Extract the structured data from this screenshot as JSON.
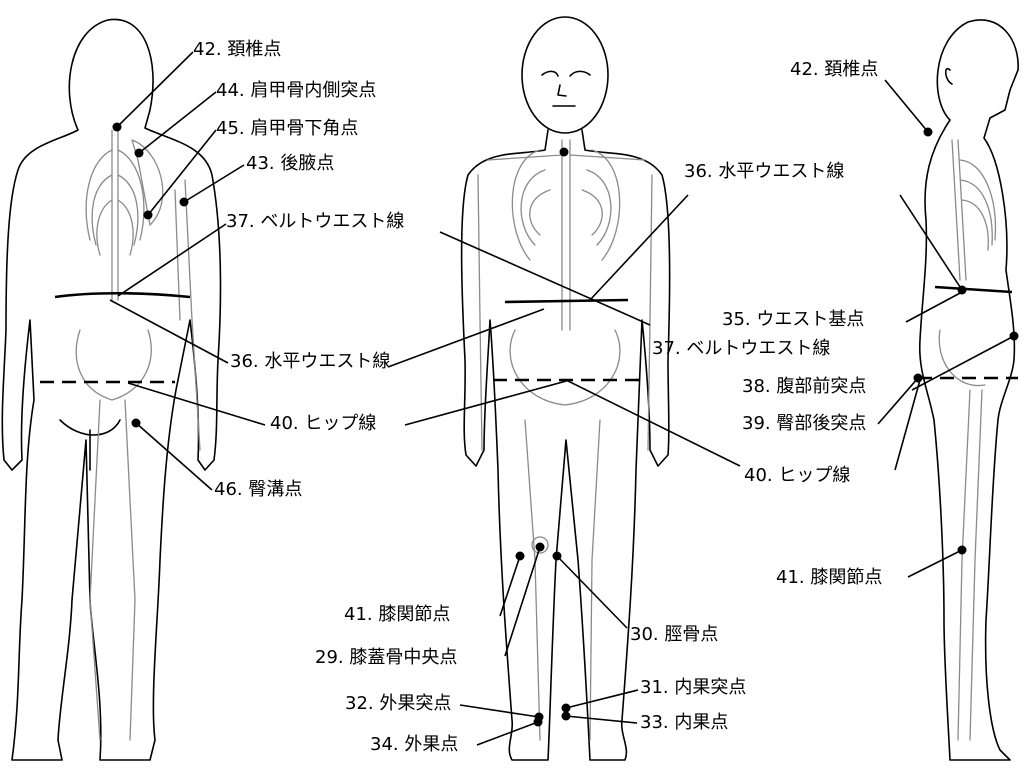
{
  "back_view": {
    "labels": [
      "42. 頚椎点",
      "44. 肩甲骨内側突点",
      "45. 肩甲骨下角点",
      "43. 後腋点",
      "37. ベルトウエスト線",
      "36. 水平ウエスト線",
      "40. ヒップ線",
      "46. 臀溝点"
    ]
  },
  "front_view": {
    "labels": [
      "36. 水平ウエスト線",
      "37. ベルトウエスト線",
      "40. ヒップ線",
      "41. 膝関節点",
      "30. 脛骨点",
      "29. 膝蓋骨中央点",
      "31. 内果突点",
      "32. 外果突点",
      "33. 内果点",
      "34. 外果点"
    ]
  },
  "side_view": {
    "labels": [
      "42. 頚椎点",
      "35. ウエスト基点",
      "38. 腹部前突点",
      "39. 臀部後突点",
      "41. 膝関節点"
    ]
  },
  "colors": {
    "line": "#000000",
    "skeleton": "#8a8a8a",
    "background": "#ffffff"
  }
}
